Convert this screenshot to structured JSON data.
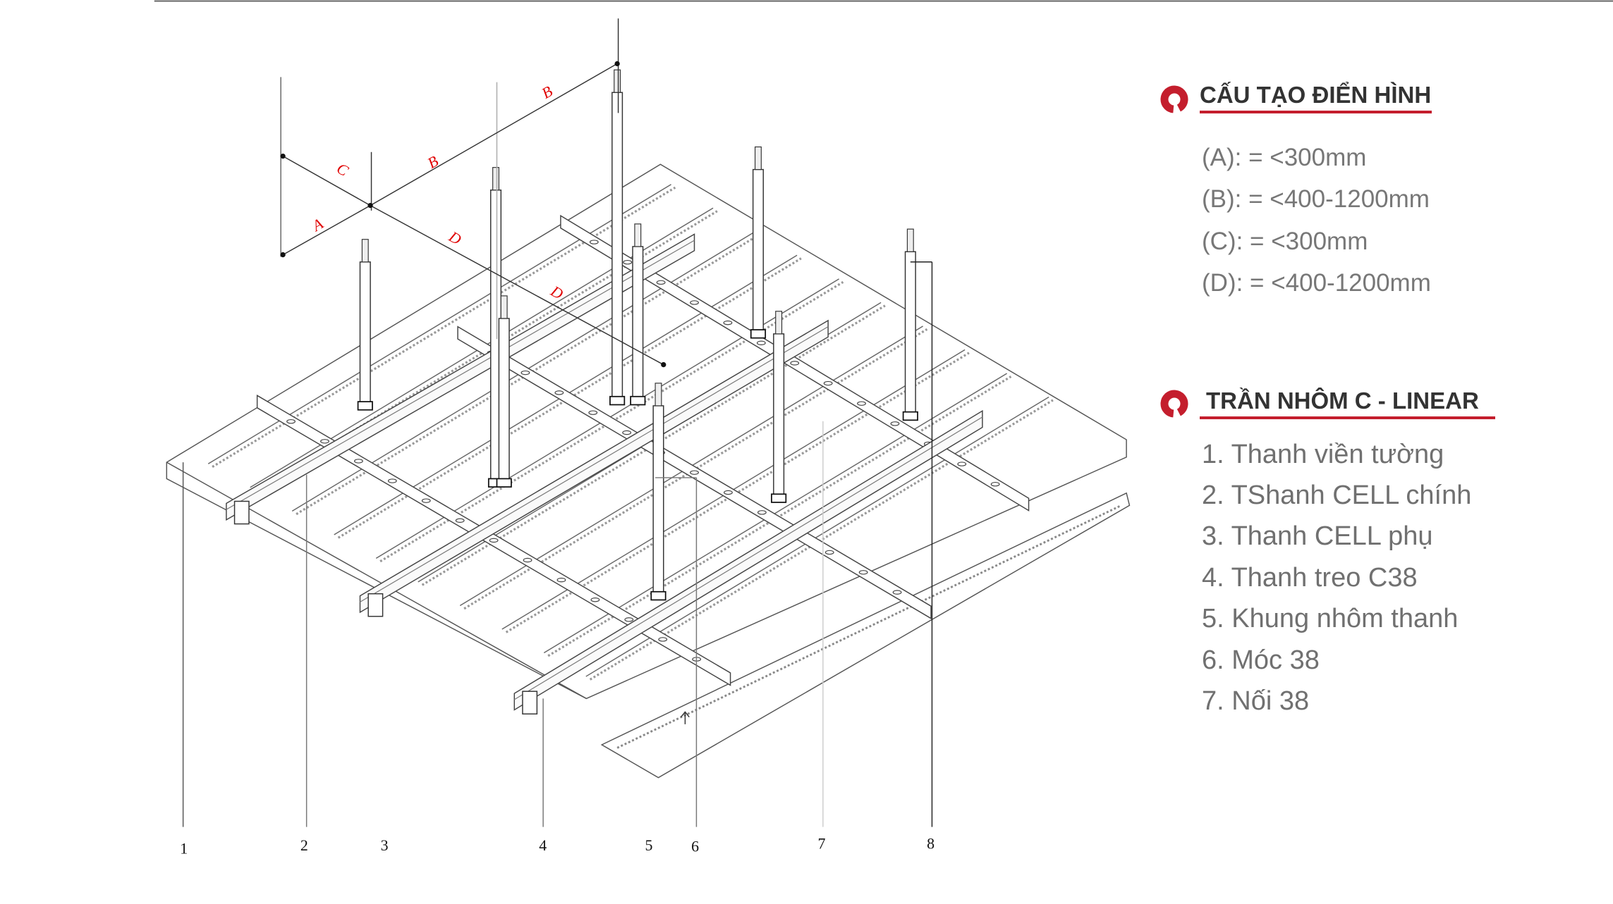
{
  "sections": [
    {
      "title": "CẤU TẠO ĐIỂN HÌNH",
      "items": [
        "(A): = <300mm",
        "(B): = <400-1200mm",
        "(C): = <300mm",
        "(D): = <400-1200mm"
      ]
    },
    {
      "title": "TRẦN NHÔM C - LINEAR",
      "items": [
        "1. Thanh viền tường",
        "2. TShanh CELL chính",
        "3. Thanh CELL phụ",
        "4. Thanh treo C38",
        "5. Khung nhôm thanh",
        "6. Móc 38",
        "7. Nối 38"
      ]
    }
  ],
  "diagram": {
    "callouts": [
      "1",
      "2",
      "3",
      "4",
      "5",
      "6",
      "7",
      "8"
    ],
    "dimension_labels": [
      "C",
      "B",
      "B",
      "A",
      "D",
      "D"
    ]
  },
  "colors": {
    "accent": "#c41e2d",
    "heading": "#333333",
    "body": "#707070",
    "dimension": "#e00000"
  }
}
